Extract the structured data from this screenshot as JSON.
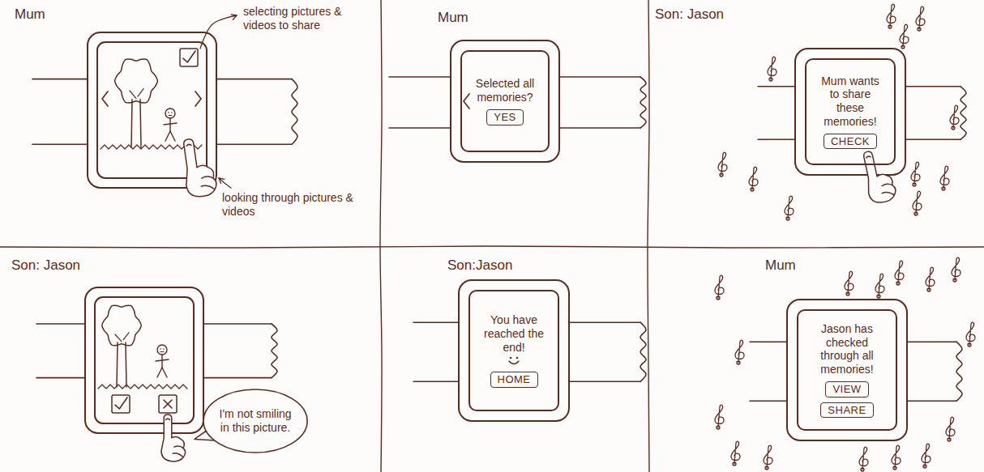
{
  "diagram": {
    "nodes": [
      {
        "text": [
          "Selected all memories?"
        ]
      },
      {
        "text": [
          "YES"
        ],
        "in": 0
      },
      {
        "text": [
          "Mum wants to share these memories!"
        ]
      },
      {
        "text": [
          "CHECK"
        ],
        "in": 2
      },
      {
        "text": [
          "I'm not smiling in this picture."
        ]
      },
      {
        "text": [
          "You have reached the end!"
        ]
      },
      {
        "text": [
          "HOME"
        ],
        "in": 5
      },
      {
        "text": [
          "Jason has checked through all memories!"
        ]
      },
      {
        "text": [
          "VIEW"
        ],
        "in": 7
      },
      {
        "text": [
          "SHARE"
        ],
        "in": 7
      }
    ],
    "labels": [
      "Mum",
      "selecting pictures & videos to share",
      "looking through pictures & videos",
      "Mum",
      "Son: Jason",
      "Son: Jason",
      "Son:Jason",
      "Mum"
    ]
  }
}
